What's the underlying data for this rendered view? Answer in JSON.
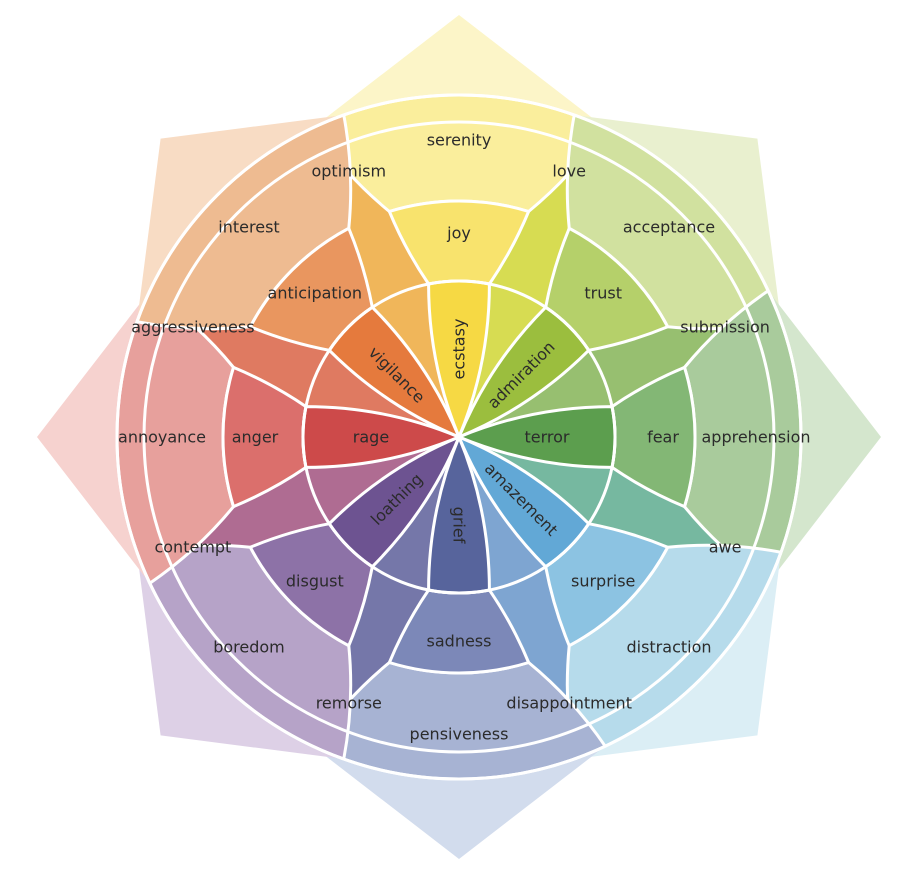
{
  "diagram": {
    "petals": [
      {
        "key": "joy",
        "inner": "ecstasy",
        "middle": "joy",
        "outer": "serenity",
        "colors": [
          "#f6d944",
          "#f8e36d",
          "#faee9c",
          "#fcf5c8"
        ]
      },
      {
        "key": "trust",
        "inner": "admiration",
        "middle": "trust",
        "outer": "acceptance",
        "colors": [
          "#9bbe3e",
          "#b5d06a",
          "#d1e19f",
          "#e9f0cf"
        ]
      },
      {
        "key": "fear",
        "inner": "terror",
        "middle": "fear",
        "outer": "apprehension",
        "colors": [
          "#5c9e4e",
          "#83b775",
          "#a9cb9c",
          "#d4e6cd"
        ]
      },
      {
        "key": "surprise",
        "inner": "amazement",
        "middle": "surprise",
        "outer": "distraction",
        "colors": [
          "#62a8d6",
          "#8cc3e2",
          "#b6dbeb",
          "#dbeef5"
        ]
      },
      {
        "key": "sadness",
        "inner": "grief",
        "middle": "sadness",
        "outer": "pensiveness",
        "colors": [
          "#57649c",
          "#7c88b8",
          "#a7b3d3",
          "#d2dced"
        ]
      },
      {
        "key": "disgust",
        "inner": "loathing",
        "middle": "disgust",
        "outer": "boredom",
        "colors": [
          "#6d5391",
          "#8d72a7",
          "#b6a3c8",
          "#ddd0e6"
        ]
      },
      {
        "key": "anger",
        "inner": "rage",
        "middle": "anger",
        "outer": "annoyance",
        "colors": [
          "#cd4a4a",
          "#db6f6c",
          "#e7a09c",
          "#f6d2cf"
        ]
      },
      {
        "key": "anticipation",
        "inner": "vigilance",
        "middle": "anticipation",
        "outer": "interest",
        "colors": [
          "#e57a3d",
          "#e9965f",
          "#eebb91",
          "#f8dcc4"
        ]
      }
    ],
    "dyads": [
      {
        "label": "love",
        "color": "#d7dc52"
      },
      {
        "label": "submission",
        "color": "#97bf70"
      },
      {
        "label": "awe",
        "color": "#76b8a0"
      },
      {
        "label": "disappointment",
        "color": "#7ea5d1"
      },
      {
        "label": "remorse",
        "color": "#7577a9"
      },
      {
        "label": "contempt",
        "color": "#af6c92"
      },
      {
        "label": "aggressiveness",
        "color": "#df7a61"
      },
      {
        "label": "optimism",
        "color": "#f0b65a"
      }
    ]
  }
}
